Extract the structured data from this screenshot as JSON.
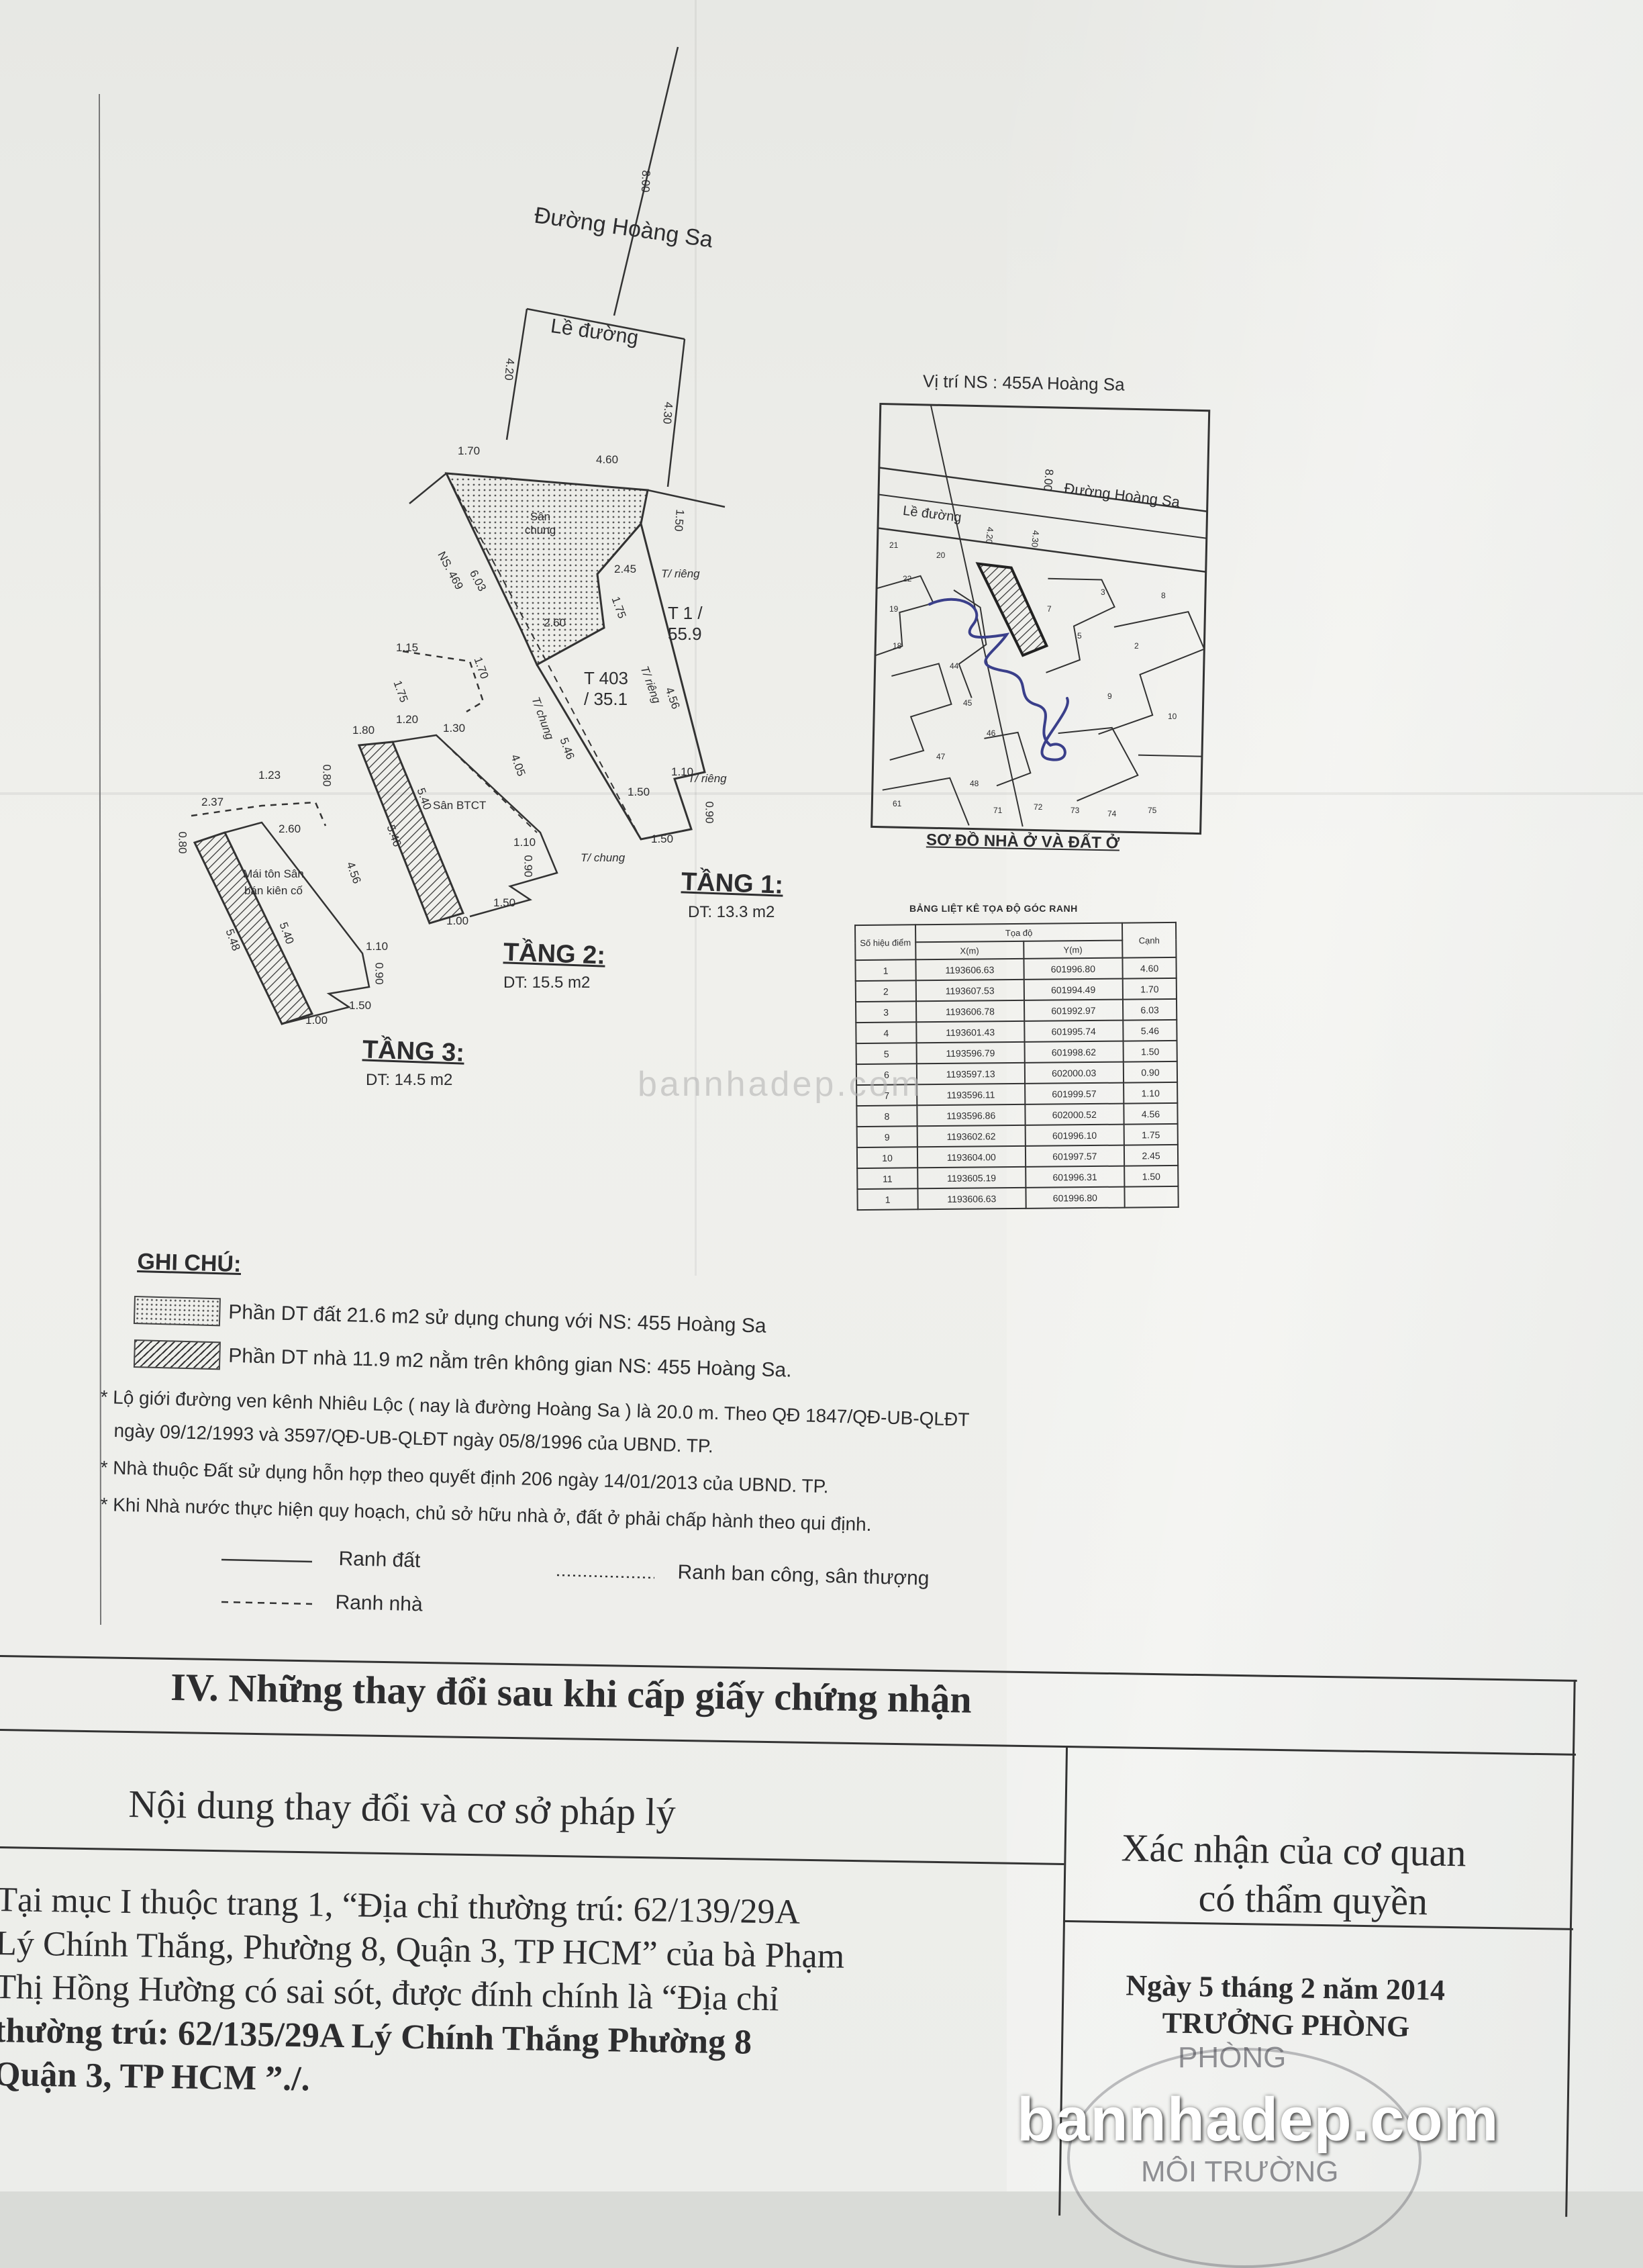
{
  "plan": {
    "road_name": "Đường Hoàng Sa",
    "road_width": "8.00",
    "sidewalk": "Lề đường",
    "dims": {
      "a": "4.20",
      "b": "4.30",
      "c": "1.70",
      "d": "4.60",
      "e": "1.50",
      "f": "6.03",
      "g": "2.45",
      "h": "1.75",
      "i": "2.60",
      "j": "4.56",
      "k": "5.46",
      "l": "1.50",
      "m": "1.10",
      "n": "0.90",
      "o": "1.50"
    },
    "labels": {
      "san_chung": "Sân chung",
      "neighbor_469": "NS. 469",
      "parcel_top": "T 1 / 55.9",
      "parcel_mid": "T 403 / 35.1",
      "t_rieng_1": "T/ riêng",
      "t_rieng_2": "T/ riêng",
      "t_rieng_3": "T/ riêng",
      "t_chung_1": "T/ chung",
      "t_chung_2": "T/ chung"
    },
    "floors": [
      {
        "title": "TẦNG 1:",
        "area": "DT: 13.3 m2"
      },
      {
        "title": "TẦNG 2:",
        "area": "DT: 15.5 m2",
        "label": "Sân BTCT"
      },
      {
        "title": "TẦNG 3:",
        "area": "DT: 14.5 m2",
        "label": "Mái tôn Sân bán kiên cố"
      }
    ],
    "floor_dims": {
      "f2_a": "1.15",
      "f2_b": "1.70",
      "f2_c": "1.75",
      "f2_d": "1.20",
      "f2_e": "1.30",
      "f2_f": "1.80",
      "f2_g": "4.05",
      "f2_h": "5.46",
      "f2_i": "1.10",
      "f2_j": "0.90",
      "f2_k": "1.50",
      "f2_l": "1.00",
      "f2_m": "5.40",
      "f3_a": "2.37",
      "f3_b": "1.23",
      "f3_c": "0.80",
      "f3_d": "0.80",
      "f3_e": "2.60",
      "f3_f": "4.56",
      "f3_g": "5.40",
      "f3_h": "1.10",
      "f3_i": "0.90",
      "f3_j": "1.50",
      "f3_k": "1.00",
      "f3_l": "5.48"
    }
  },
  "location_map": {
    "title": "Vị trí NS : 455A Hoàng Sa",
    "road_name": "Đường Hoàng Sa",
    "sidewalk": "Lề đường",
    "road_width": "8.00",
    "dim_a": "4.20",
    "dim_b": "4.30",
    "caption": "SƠ ĐỒ NHÀ Ở VÀ ĐẤT Ở",
    "lot_numbers": [
      "21",
      "22",
      "20",
      "19",
      "18",
      "44",
      "45",
      "46",
      "47",
      "48",
      "71",
      "72",
      "73",
      "74",
      "75",
      "61",
      "2",
      "3",
      "5",
      "7",
      "8",
      "9",
      "10"
    ]
  },
  "coord_table": {
    "title": "BẢNG LIỆT KÊ TỌA ĐỘ GÓC RANH",
    "headers": {
      "point": "Số hiệu điểm",
      "coords": "Tọa độ",
      "x": "X(m)",
      "y": "Y(m)",
      "edge": "Cạnh"
    },
    "rows": [
      {
        "p": "1",
        "x": "1193606.63",
        "y": "601996.80",
        "e": "4.60"
      },
      {
        "p": "2",
        "x": "1193607.53",
        "y": "601994.49",
        "e": "1.70"
      },
      {
        "p": "3",
        "x": "1193606.78",
        "y": "601992.97",
        "e": "6.03"
      },
      {
        "p": "4",
        "x": "1193601.43",
        "y": "601995.74",
        "e": "5.46"
      },
      {
        "p": "5",
        "x": "1193596.79",
        "y": "601998.62",
        "e": "1.50"
      },
      {
        "p": "6",
        "x": "1193597.13",
        "y": "602000.03",
        "e": "0.90"
      },
      {
        "p": "7",
        "x": "1193596.11",
        "y": "601999.57",
        "e": "1.10"
      },
      {
        "p": "8",
        "x": "1193596.86",
        "y": "602000.52",
        "e": "4.56"
      },
      {
        "p": "9",
        "x": "1193602.62",
        "y": "601996.10",
        "e": "1.75"
      },
      {
        "p": "10",
        "x": "1193604.00",
        "y": "601997.57",
        "e": "2.45"
      },
      {
        "p": "11",
        "x": "1193605.19",
        "y": "601996.31",
        "e": "1.50"
      },
      {
        "p": "1",
        "x": "1193606.63",
        "y": "601996.80",
        "e": ""
      }
    ]
  },
  "notes": {
    "heading": "GHI CHÚ:",
    "legend_dotted": "Phần DT đất  21.6 m2 sử dụng chung với NS: 455 Hoàng Sa",
    "legend_hatched": "Phần DT nhà 11.9 m2 nằm trên không gian NS: 455 Hoàng Sa.",
    "note1a": "* Lộ giới đường ven kênh Nhiêu Lộc ( nay là đường Hoàng Sa ) là 20.0 m. Theo QĐ 1847/QĐ-UB-QLĐT",
    "note1b": "ngày 09/12/1993 và 3597/QĐ-UB-QLĐT ngày 05/8/1996 của UBND. TP.",
    "note2": "* Nhà thuộc Đất sử dụng hỗn hợp theo quyết định 206 ngày 14/01/2013 của UBND. TP.",
    "note3": "* Khi Nhà nước thực hiện quy hoạch, chủ sở hữu nhà ở, đất ở phải chấp hành theo qui định.",
    "key_solid": "Ranh đất",
    "key_dashed": "Ranh nhà",
    "key_dotted": "Ranh ban công, sân thượng"
  },
  "section4": {
    "title": "IV. Những thay đổi sau khi cấp giấy chứng nhận",
    "col1_header": "Nội dung thay đổi và cơ sở pháp lý",
    "col2_header_l1": "Xác nhận của cơ quan",
    "col2_header_l2": "có thẩm quyền",
    "body": [
      "Tại mục I thuộc trang 1, “Địa chỉ thường trú: 62/139/29A",
      "Lý Chính Thắng, Phường 8, Quận 3, TP HCM” của bà Phạm",
      "Thị Hồng Hường có sai sót, được đính chính là “Địa chỉ",
      "thường trú: 62/135/29A Lý Chính Thắng Phường 8",
      "Quận 3, TP HCM ”./."
    ],
    "sign_date": "Ngày 5 tháng 2 năm 2014",
    "sign_title": "TRƯỞNG PHÒNG",
    "stamp_lines": [
      "PHÒNG",
      "MÔI TRƯỜNG"
    ]
  },
  "watermark_center": "bannhadep.com",
  "watermark_corner": "bannhadep.com"
}
